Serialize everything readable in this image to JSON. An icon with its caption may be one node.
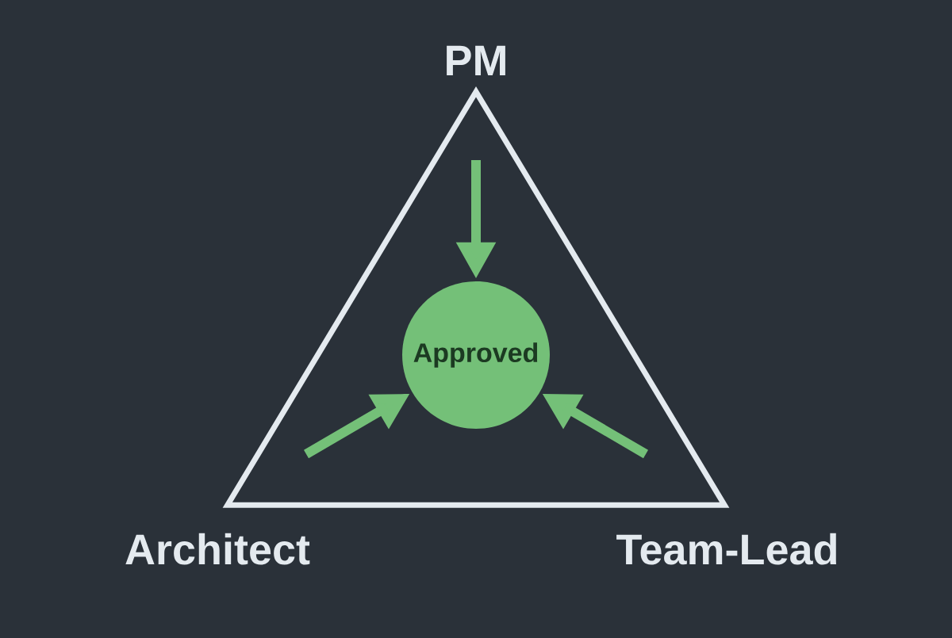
{
  "diagram": {
    "nodes": [
      {
        "text": [],
        "shape": "triangle"
      },
      {
        "text": [
          "Approved"
        ],
        "in": 0
      }
    ],
    "edges": [
      {
        "from": null,
        "to": 1,
        "arrow": "to"
      },
      {
        "from": null,
        "to": 1,
        "arrow": "to"
      },
      {
        "from": null,
        "to": 1,
        "arrow": "to"
      }
    ],
    "labels": [
      "PM",
      "Architect",
      "Team-Lead"
    ]
  }
}
